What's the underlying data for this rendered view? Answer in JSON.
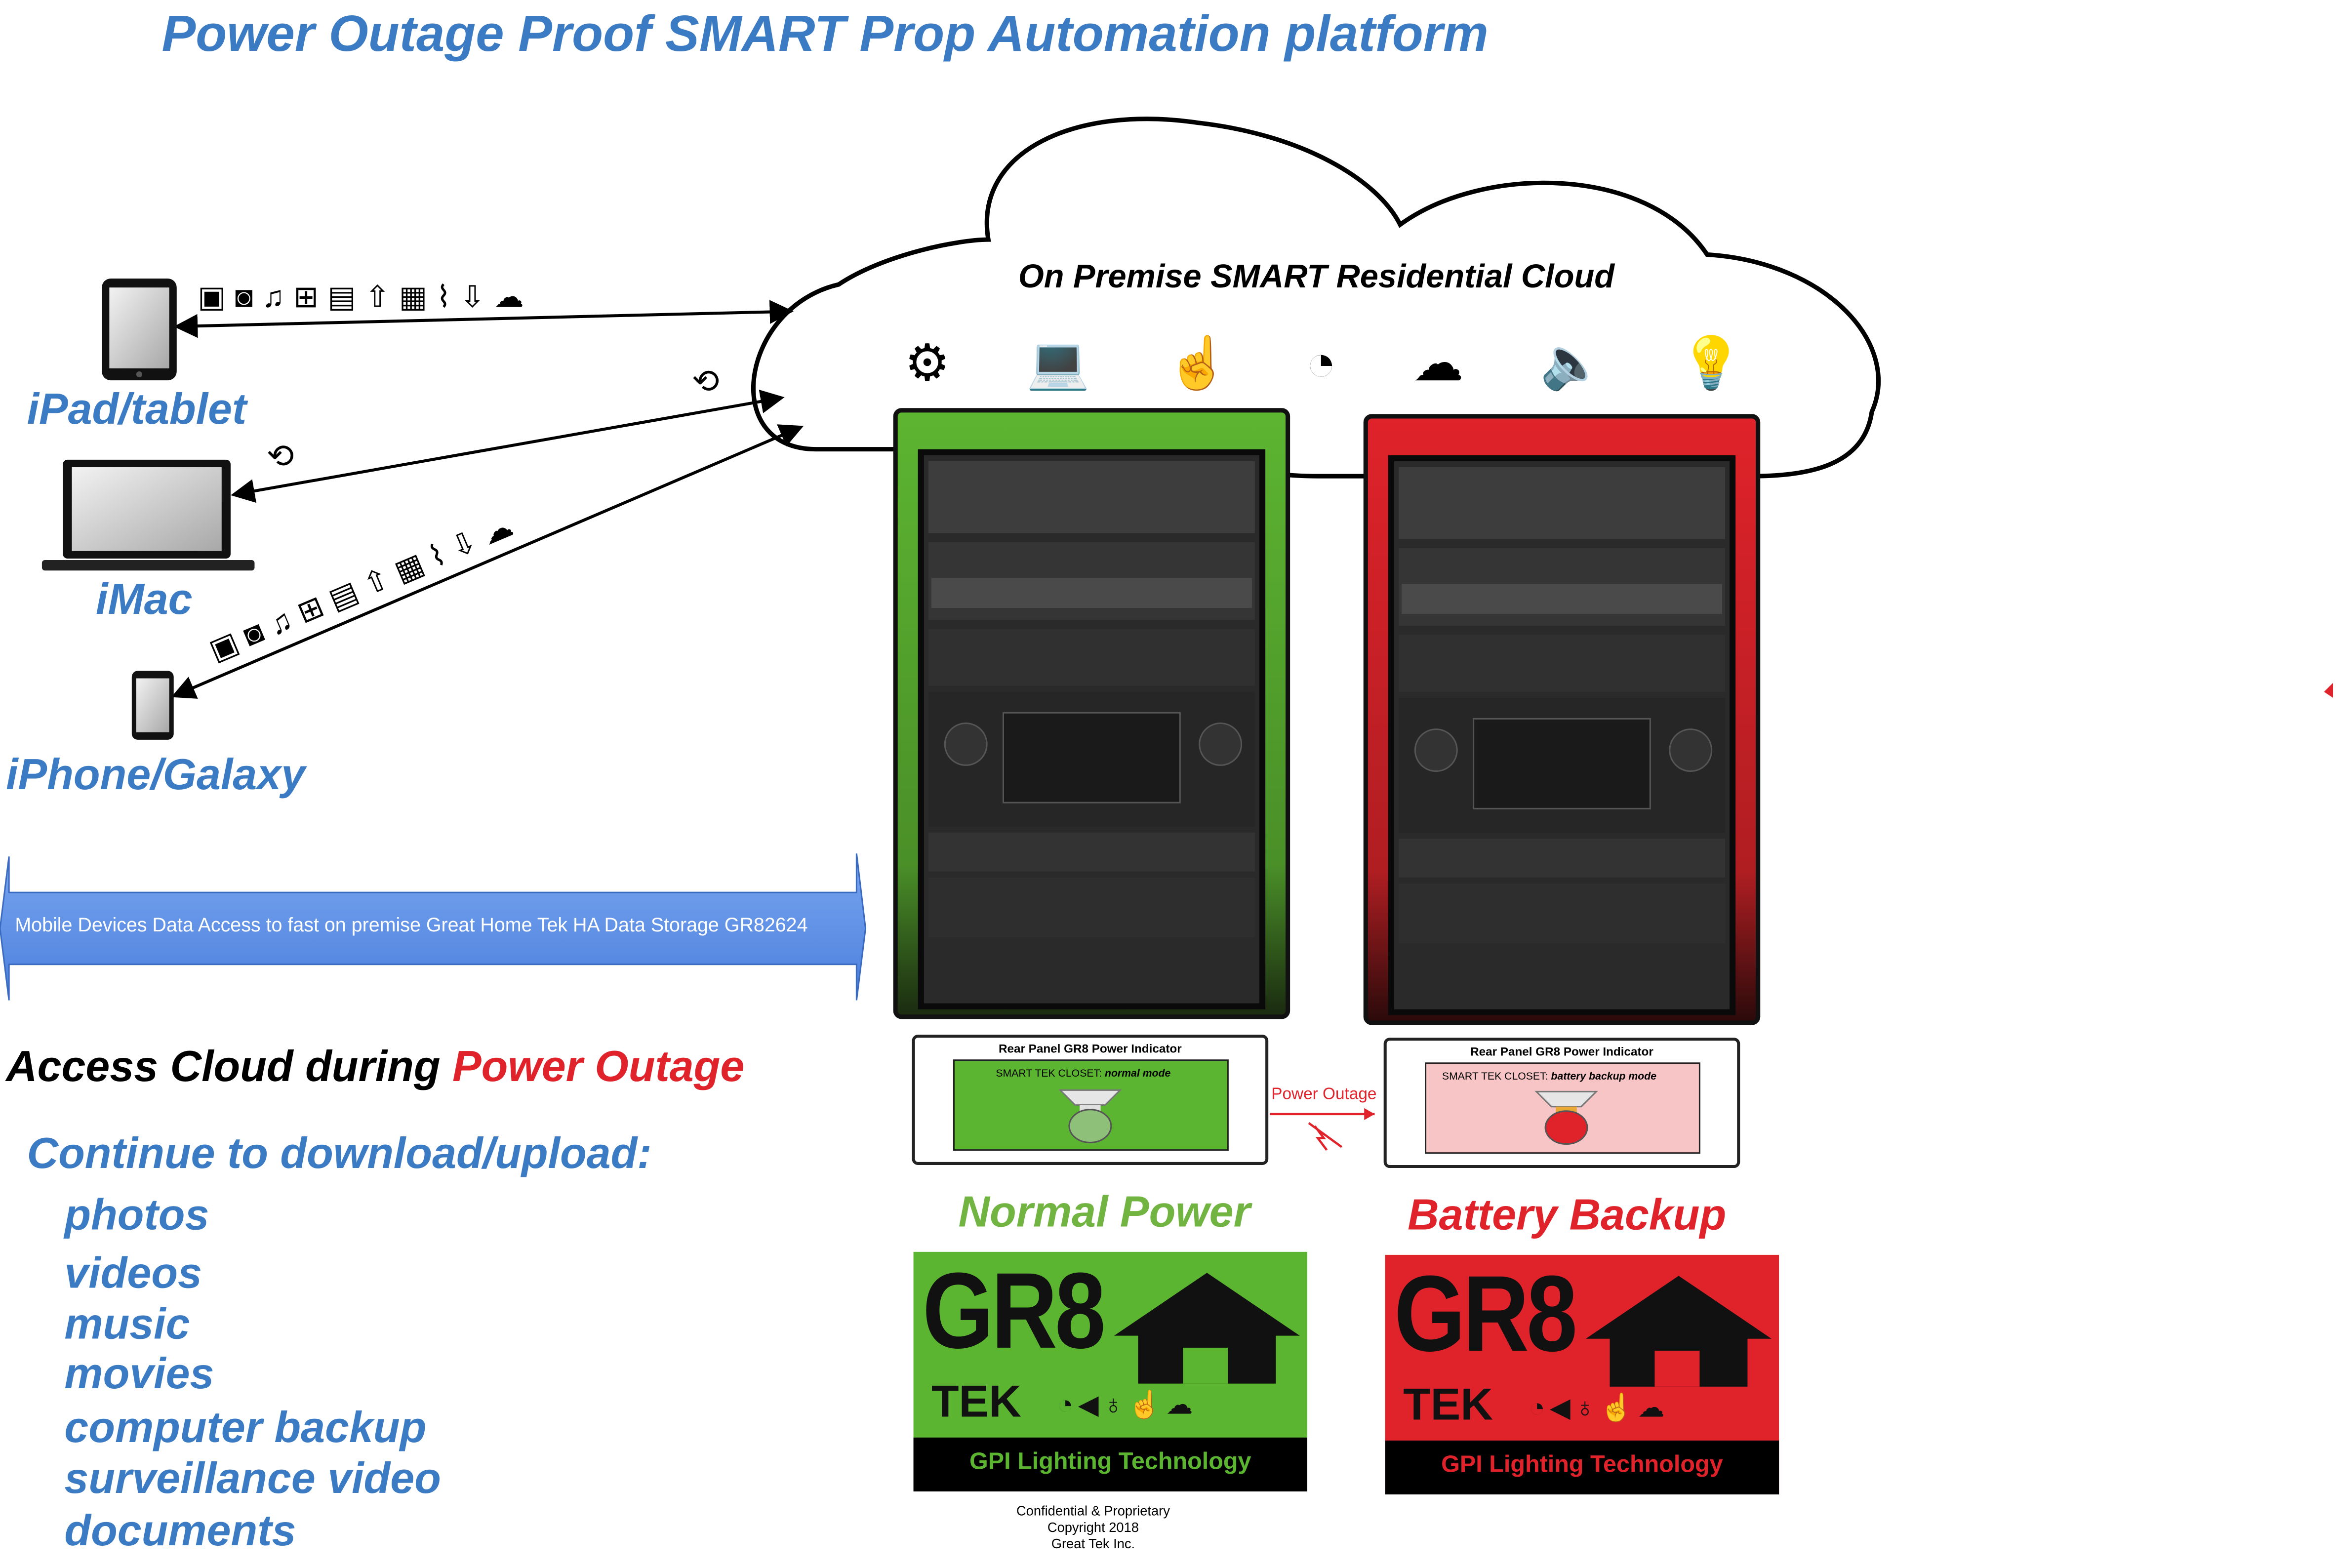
{
  "title": "Power Outage Proof SMART Prop Automation platform",
  "cloud": {
    "label": "On Premise SMART Residential Cloud",
    "icons": [
      "gears-icon",
      "laptop-icon",
      "touch-icon",
      "wifi-icon",
      "cloud-download-icon",
      "speaker-icon",
      "lightbulb-icon"
    ]
  },
  "devices": [
    {
      "label": "iPad/tablet",
      "icon": "tablet-icon"
    },
    {
      "label": "iMac",
      "icon": "imac-icon"
    },
    {
      "label": "iPhone/Galaxy",
      "icon": "phone-icon"
    }
  ],
  "data_icons": [
    "image-icon",
    "camera-icon",
    "music-icon",
    "plus-icon",
    "film-icon",
    "upload-icon",
    "clapper-icon",
    "paperclip-icon",
    "download-icon",
    "cloud-upload-icon"
  ],
  "banner": {
    "text": "Mobile Devices Data Access to fast on premise Great Home Tek HA Data Storage GR82624"
  },
  "access": {
    "prefix": "Access Cloud during ",
    "highlight": "Power Outage"
  },
  "continue_heading": "Continue to download/upload:",
  "content_types": [
    "photos",
    "videos",
    "music",
    "movies",
    "computer backup",
    "surveillance video",
    "documents"
  ],
  "indicators": {
    "panel_title": "Rear Panel GR8 Power Indicator",
    "closet_label": "SMART TEK CLOSET:",
    "normal_mode": "normal mode",
    "battery_mode": "battery backup mode",
    "power_outage": "Power Outage"
  },
  "states": {
    "normal": "Normal Power",
    "battery": "Battery Backup"
  },
  "logo": {
    "brand_top": "GR8",
    "brand_bottom": "TEK",
    "tagline": "GPI Lighting Technology"
  },
  "footer": {
    "line1": "Confidential & Proprietary",
    "line2": "Copyright 2018",
    "line3": "Great Tek Inc."
  },
  "colors": {
    "blue": "#3b7bc4",
    "green": "#5cb531",
    "red": "#e0222a",
    "banner": "#5b8fe6"
  }
}
